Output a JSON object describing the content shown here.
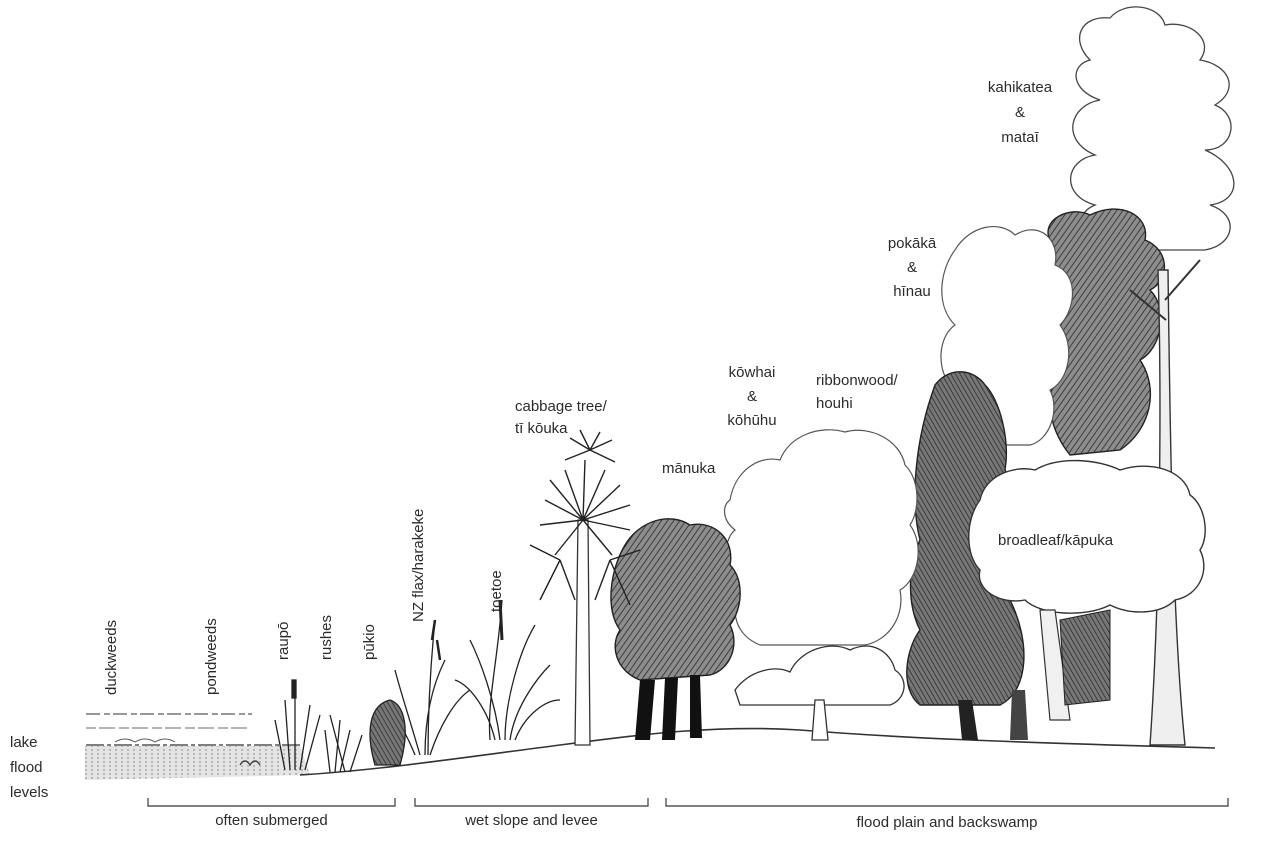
{
  "labels": {
    "lake": "lake",
    "flood": "flood",
    "levels": "levels",
    "duckweeds": "duckweeds",
    "pondweeds": "pondweeds",
    "raupo": "raupō",
    "rushes": "rushes",
    "pukio": "pūkio",
    "flax": "NZ flax/harakeke",
    "toetoe": "toetoe",
    "cabbage_tree_1": "cabbage tree/",
    "cabbage_tree_2": "tī kōuka",
    "manuka": "mānuka",
    "kowhai_1": "kōwhai",
    "kowhai_amp": "&",
    "kowhai_2": "kōhūhu",
    "ribbonwood_1": "ribbonwood/",
    "ribbonwood_2": "houhi",
    "pokaka_1": "pokākā",
    "pokaka_amp": "&",
    "pokaka_2": "hīnau",
    "kahikatea_1": "kahikatea",
    "kahikatea_amp": "&",
    "kahikatea_2": "mataī",
    "broadleaf": "broadleaf/kāpuka"
  },
  "zones": {
    "often_submerged": "often submerged",
    "wet_slope": "wet slope and levee",
    "flood_plain": "flood plain and backswamp"
  }
}
